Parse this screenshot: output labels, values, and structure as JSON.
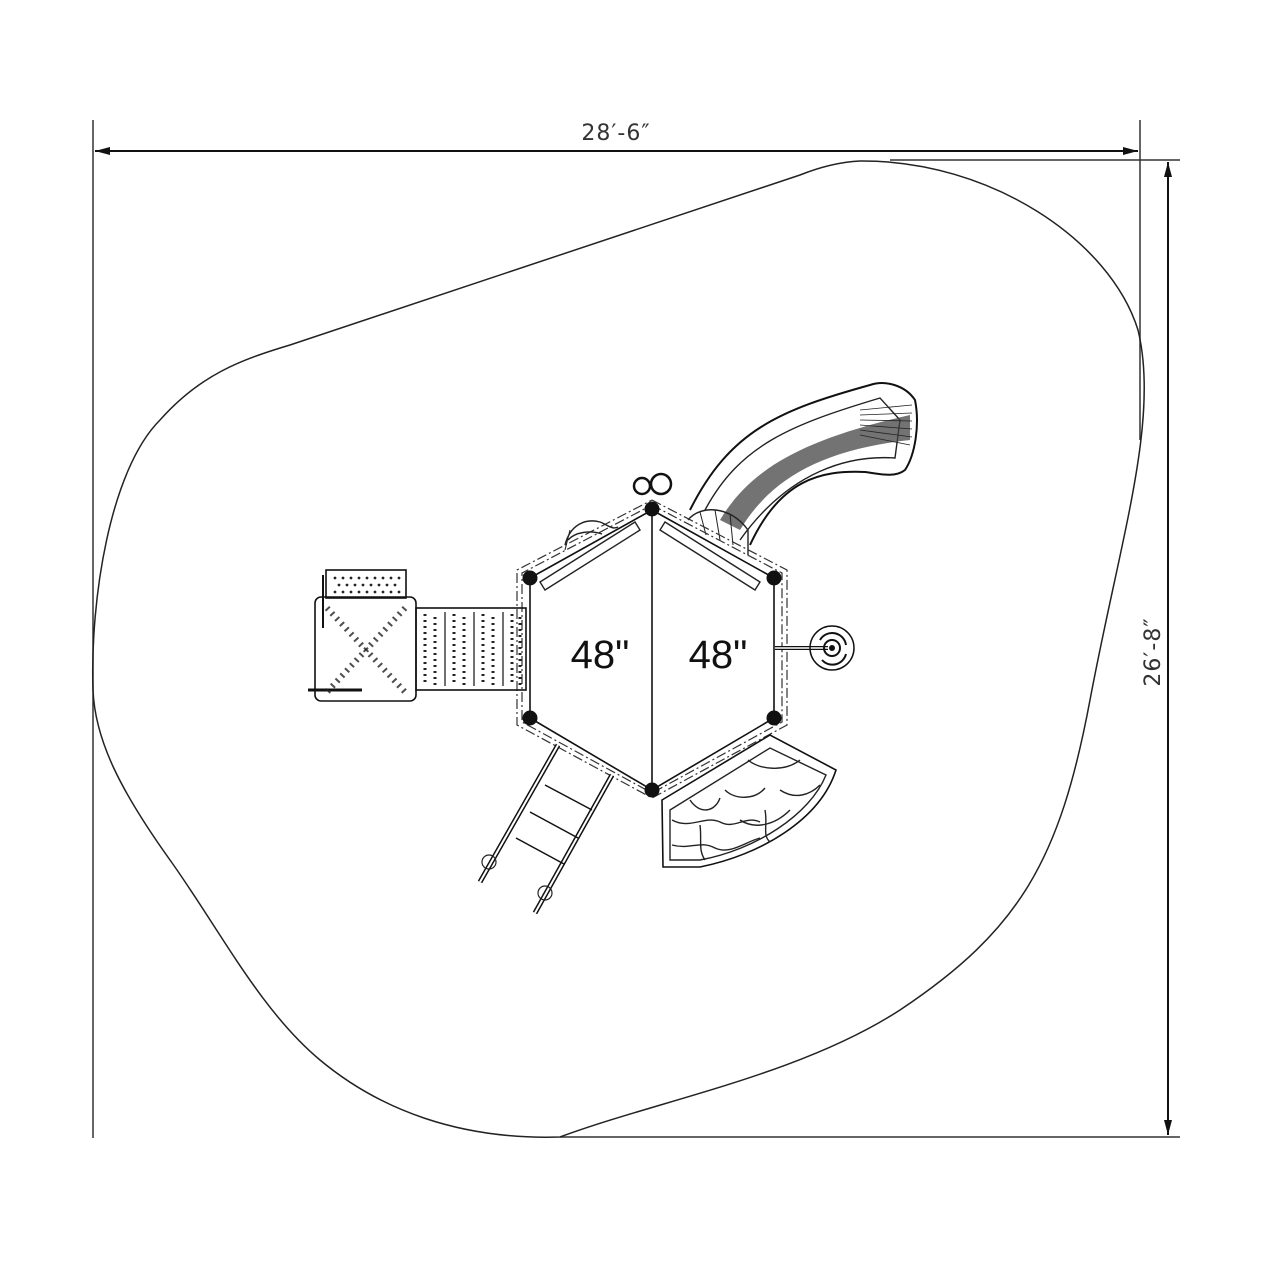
{
  "drawing": {
    "type": "playground plan view",
    "dimensions": {
      "width_label": "28′-6″",
      "height_label": "26′-8″"
    },
    "decks": [
      {
        "id": "deck-left",
        "height_label": "48\""
      },
      {
        "id": "deck-right",
        "height_label": "48\""
      }
    ],
    "components": [
      "curved-slide",
      "steering-wheel-binoculars",
      "climbing-wall-panel",
      "step-deck-transfer-platform",
      "perforated-bridge-walkway",
      "ladder",
      "rock-climber",
      "spinner-disc"
    ],
    "colors": {
      "line": "#111111",
      "background": "#ffffff"
    }
  }
}
